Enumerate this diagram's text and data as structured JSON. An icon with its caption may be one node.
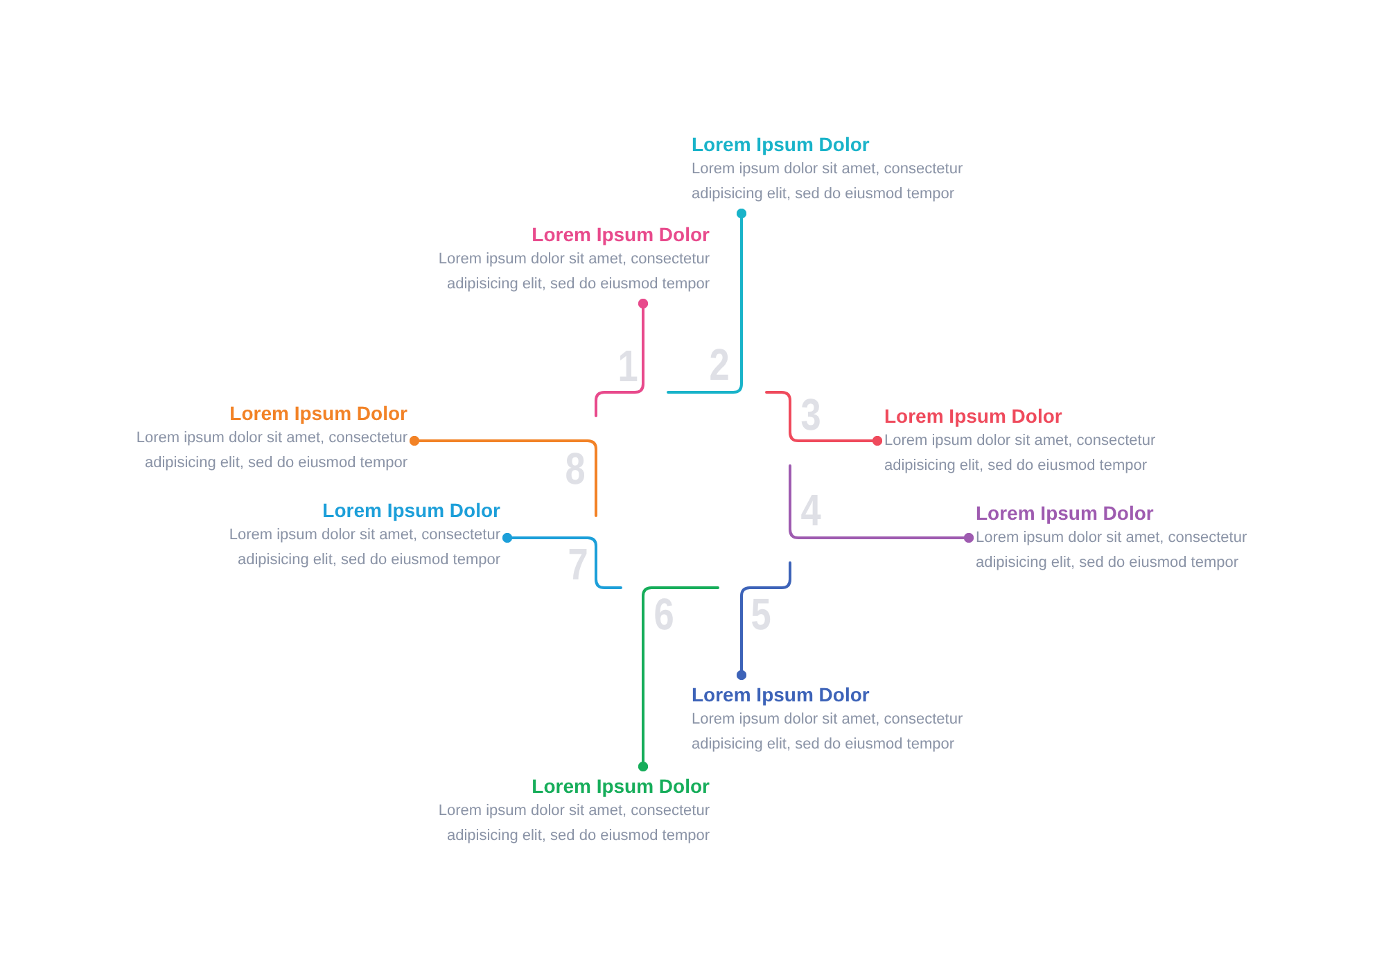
{
  "diagram": {
    "nodes": [
      {
        "text": [
          "Lorem Ipsum Dolor",
          "Lorem ipsum dolor sit amet, consectetur adipisicing elit, sed do eiusmod tempor"
        ]
      },
      {
        "text": [
          "Lorem Ipsum Dolor",
          "Lorem ipsum dolor sit amet, consectetur adipisicing elit, sed do eiusmod tempor"
        ]
      },
      {
        "text": [
          "Lorem Ipsum Dolor",
          "Lorem ipsum dolor sit amet, consectetur adipisicing elit, sed do eiusmod tempor"
        ]
      },
      {
        "text": [
          "Lorem Ipsum Dolor",
          "Lorem ipsum dolor sit amet, consectetur adipisicing elit, sed do eiusmod tempor"
        ]
      },
      {
        "text": [
          "Lorem Ipsum Dolor",
          "Lorem ipsum dolor sit amet, consectetur adipisicing elit, sed do eiusmod tempor"
        ]
      },
      {
        "text": [
          "Lorem Ipsum Dolor",
          "Lorem ipsum dolor sit amet, consectetur adipisicing elit, sed do eiusmod tempor"
        ]
      },
      {
        "text": [
          "Lorem Ipsum Dolor",
          "Lorem ipsum dolor sit amet, consectetur adipisicing elit, sed do eiusmod tempor"
        ]
      },
      {
        "text": [
          "Lorem Ipsum Dolor",
          "Lorem ipsum dolor sit amet, consectetur adipisicing elit, sed do eiusmod tempor"
        ]
      }
    ],
    "edges": [
      {
        "from": null,
        "to": 0,
        "arrow": "other",
        "label": "1",
        "color": "#e84a8c"
      },
      {
        "from": null,
        "to": 1,
        "arrow": "other",
        "label": "2",
        "color": "#19b3c9"
      },
      {
        "from": null,
        "to": 2,
        "arrow": "other",
        "label": "3",
        "color": "#ef4a5c"
      },
      {
        "from": null,
        "to": 3,
        "arrow": "other",
        "label": "4",
        "color": "#9e5bb0"
      },
      {
        "from": null,
        "to": 4,
        "arrow": "other",
        "label": "5",
        "color": "#3d63b8"
      },
      {
        "from": null,
        "to": 5,
        "arrow": "other",
        "label": "6",
        "color": "#16ad5a"
      },
      {
        "from": null,
        "to": 6,
        "arrow": "other",
        "label": "7",
        "color": "#1c9fd9"
      },
      {
        "from": null,
        "to": 7,
        "arrow": "other",
        "label": "8",
        "color": "#f28226"
      }
    ]
  }
}
